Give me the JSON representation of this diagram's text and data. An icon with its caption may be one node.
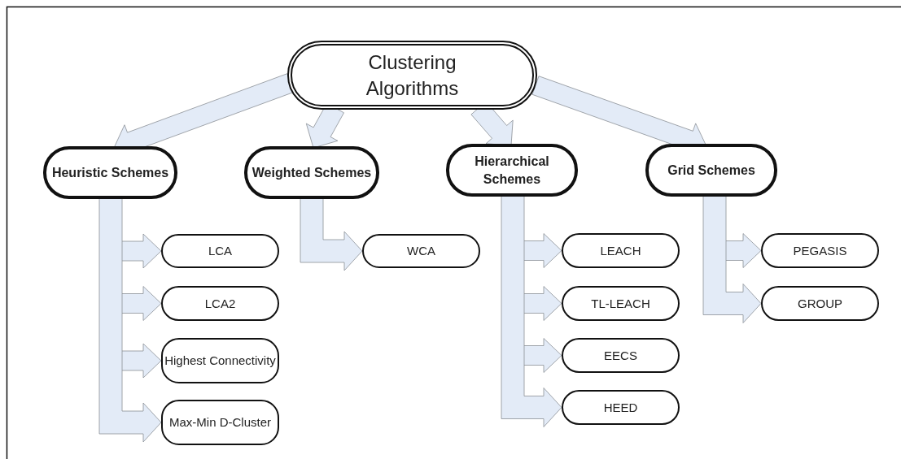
{
  "diagram": {
    "nodes": [
      {
        "text": [
          "Clustering Algorithms"
        ]
      },
      {
        "text": [
          "Heuristic Schemes"
        ]
      },
      {
        "text": [
          "Weighted Schemes"
        ]
      },
      {
        "text": [
          "Hierarchical Schemes"
        ]
      },
      {
        "text": [
          "Grid Schemes"
        ]
      },
      {
        "text": [
          "LCA"
        ]
      },
      {
        "text": [
          "LCA2"
        ]
      },
      {
        "text": [
          "Highest Connectivity"
        ]
      },
      {
        "text": [
          "Max-Min D-Cluster"
        ]
      },
      {
        "text": [
          "WCA"
        ]
      },
      {
        "text": [
          "LEACH"
        ]
      },
      {
        "text": [
          "TL-LEACH"
        ]
      },
      {
        "text": [
          "EECS"
        ]
      },
      {
        "text": [
          "HEED"
        ]
      },
      {
        "text": [
          "PEGASIS"
        ]
      },
      {
        "text": [
          "GROUP"
        ]
      }
    ],
    "edges": [
      {
        "from": 0,
        "to": 1,
        "arrow": "to"
      },
      {
        "from": 0,
        "to": 2,
        "arrow": "to"
      },
      {
        "from": 0,
        "to": 3,
        "arrow": "to"
      },
      {
        "from": 0,
        "to": 4,
        "arrow": "to"
      },
      {
        "from": 1,
        "to": 5,
        "arrow": "to"
      },
      {
        "from": 1,
        "to": 6,
        "arrow": "to"
      },
      {
        "from": 1,
        "to": 7,
        "arrow": "to"
      },
      {
        "from": 1,
        "to": 8,
        "arrow": "to"
      },
      {
        "from": 2,
        "to": 9,
        "arrow": "to"
      },
      {
        "from": 3,
        "to": 10,
        "arrow": "to"
      },
      {
        "from": 3,
        "to": 11,
        "arrow": "to"
      },
      {
        "from": 3,
        "to": 12,
        "arrow": "to"
      },
      {
        "from": 3,
        "to": 13,
        "arrow": "to"
      },
      {
        "from": 4,
        "to": 14,
        "arrow": "to"
      },
      {
        "from": 4,
        "to": 15,
        "arrow": "to"
      }
    ]
  }
}
